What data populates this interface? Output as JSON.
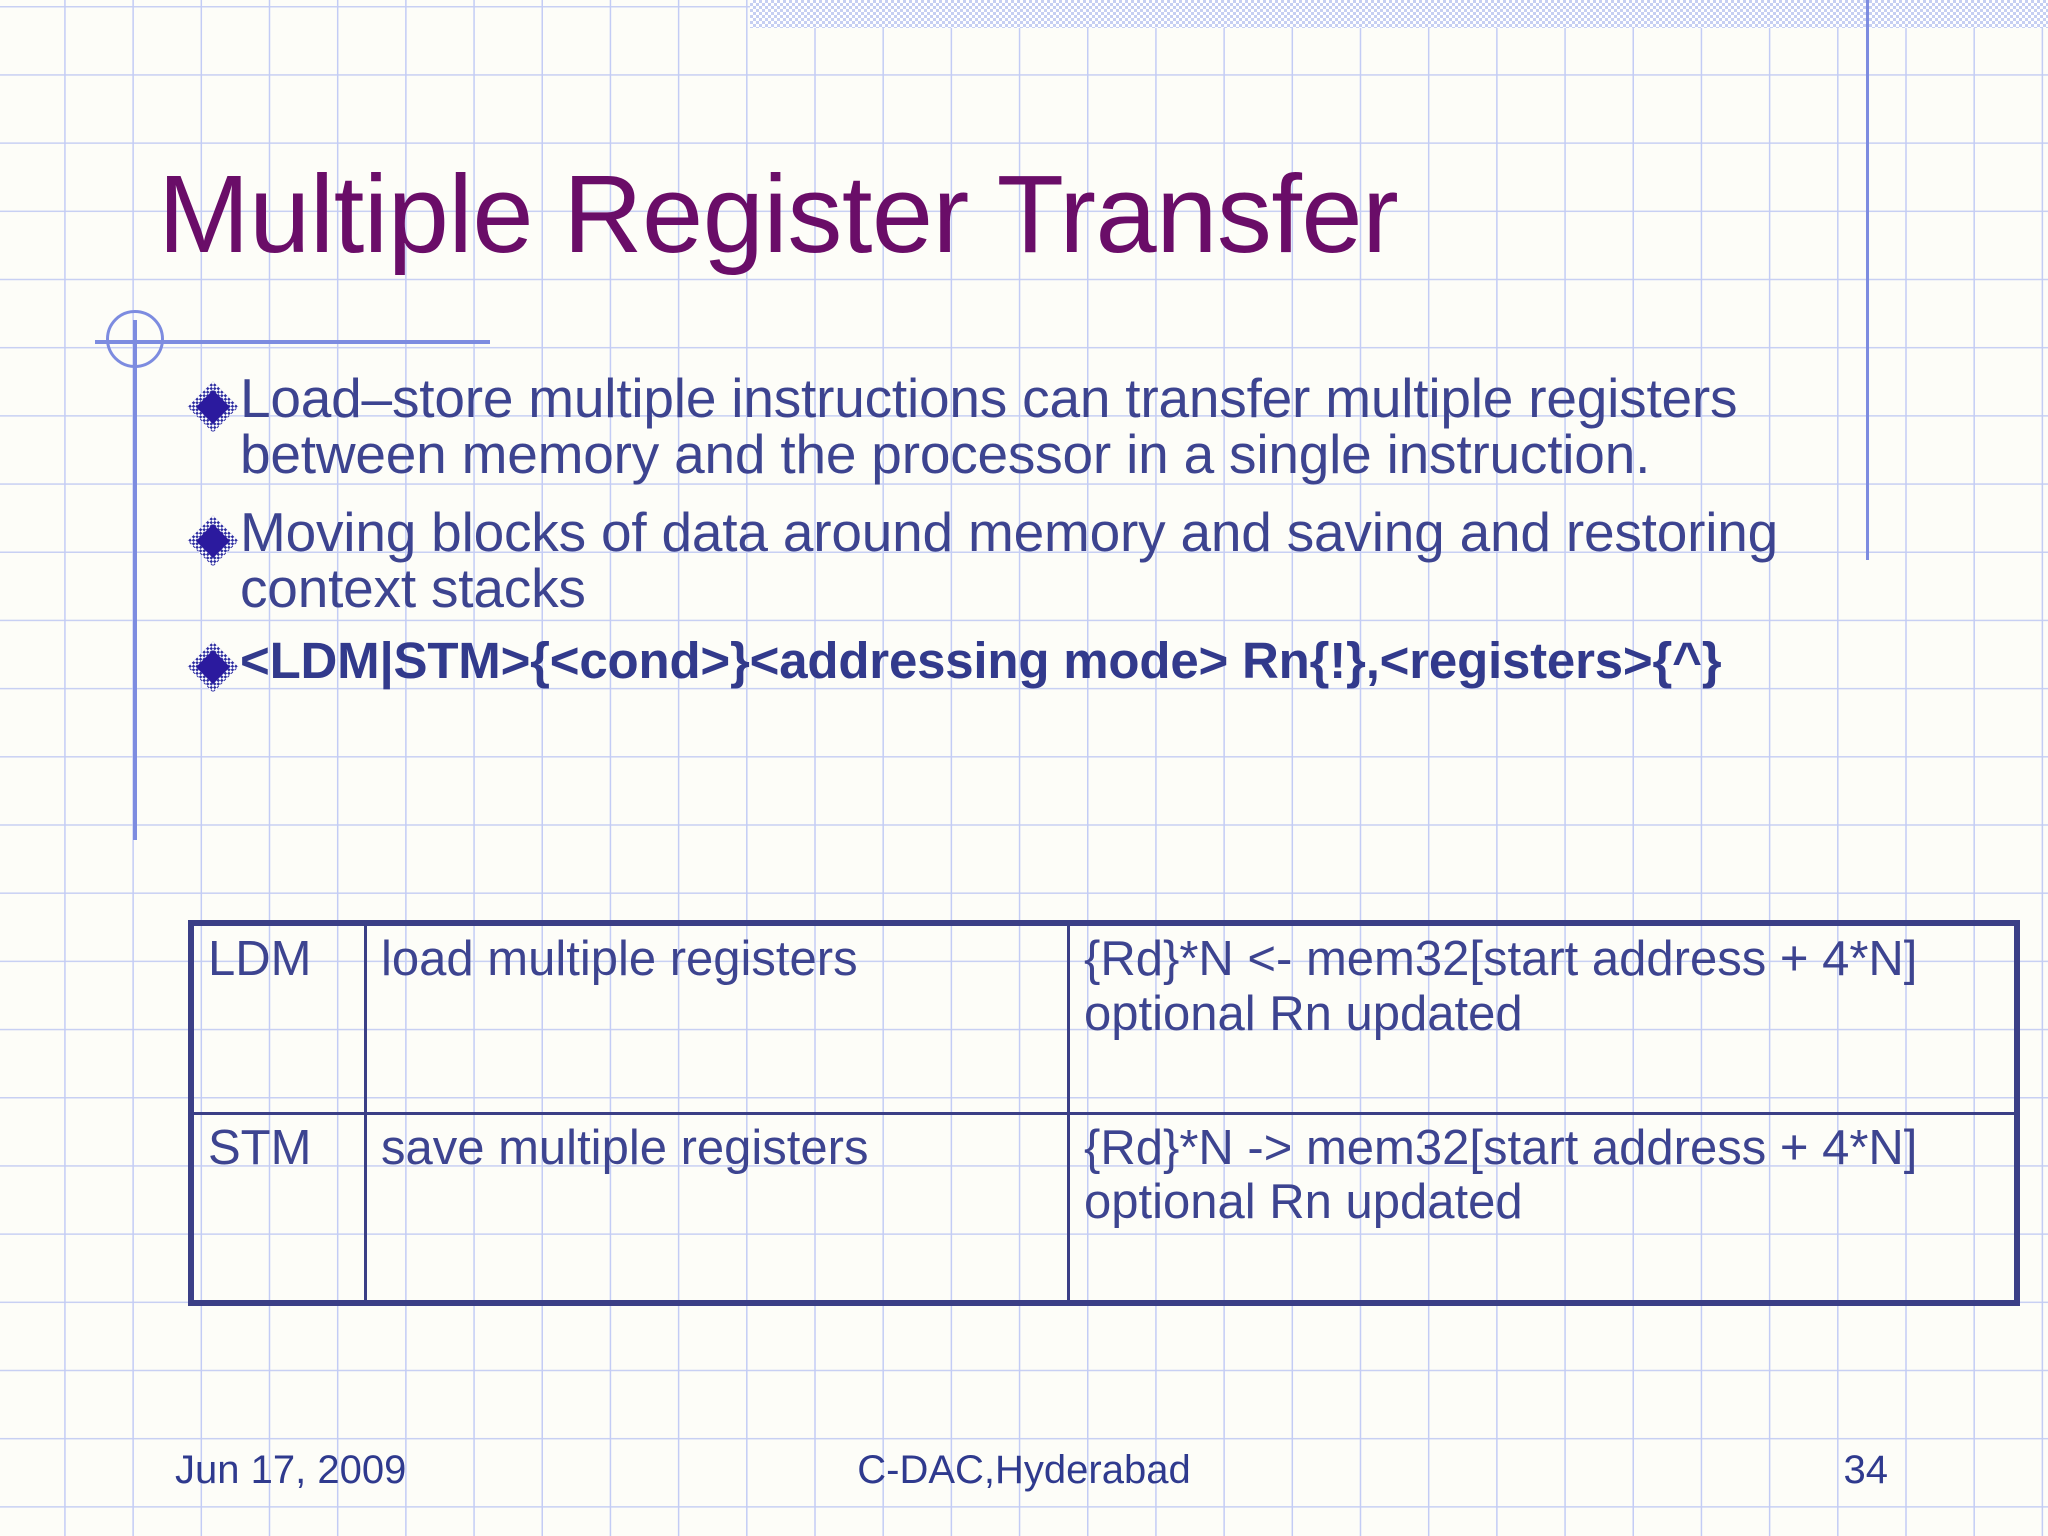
{
  "slide": {
    "title": "Multiple Register Transfer",
    "bullets": [
      {
        "text": "Load–store multiple instructions can transfer multiple registers between memory and the processor in a single instruction.",
        "bold": false
      },
      {
        "text": "Moving blocks of data around memory and saving and restoring context stacks",
        "bold": false
      },
      {
        "text": "<LDM|STM>{<cond>}<addressing mode> Rn{!},<registers>{^}",
        "bold": true
      }
    ],
    "table": {
      "rows": [
        {
          "mnemonic": "LDM",
          "description": "load multiple registers",
          "effect": "{Rd}*N <- mem32[start address + 4*N] optional Rn updated"
        },
        {
          "mnemonic": "STM",
          "description": "save multiple registers",
          "effect": "{Rd}*N -> mem32[start address + 4*N] optional Rn updated"
        }
      ]
    },
    "footer": {
      "date": "Jun 17, 2009",
      "organization": "C-DAC,Hyderabad",
      "page_number": "34"
    },
    "colors": {
      "title": "#6A0D68",
      "body_text": "#3D4490",
      "grid_line": "#C3CCF5",
      "accent_rule": "#7D8CE0",
      "table_border": "#3B3F86",
      "bullet_diamond": "#2B1A9E",
      "background": "#FDFDF8"
    }
  }
}
